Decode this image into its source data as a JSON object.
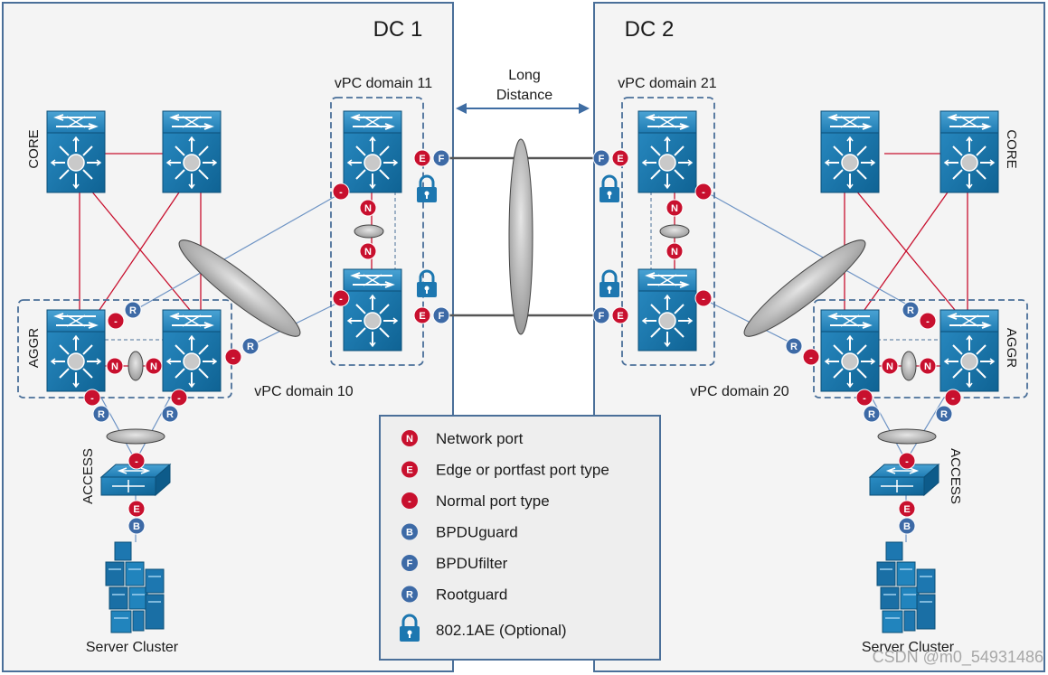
{
  "datacenters": {
    "dc1": {
      "title": "DC 1"
    },
    "dc2": {
      "title": "DC 2"
    }
  },
  "domains": {
    "vpc10": "vPC domain 10",
    "vpc11": "vPC domain 11",
    "vpc20": "vPC domain 20",
    "vpc21": "vPC domain 21"
  },
  "link": {
    "line1": "Long",
    "line2": "Distance"
  },
  "layers": {
    "core_left": "CORE",
    "core_right": "CORE",
    "aggr_left": "AGGR",
    "aggr_right": "AGGR",
    "access_left": "ACCESS",
    "access_right": "ACCESS"
  },
  "server_cluster_left": "Server Cluster",
  "server_cluster_right": "Server Cluster",
  "badges": {
    "network": "N",
    "edge": "E",
    "normal": "-",
    "bpduguard": "B",
    "bpdufilter": "F",
    "rootguard": "R"
  },
  "legend": [
    {
      "symbol": "N",
      "kind": "red",
      "label": "Network port"
    },
    {
      "symbol": "E",
      "kind": "red",
      "label": "Edge or portfast port type"
    },
    {
      "symbol": "-",
      "kind": "red",
      "label": "Normal port type"
    },
    {
      "symbol": "B",
      "kind": "blue",
      "label": "BPDUguard"
    },
    {
      "symbol": "F",
      "kind": "blue",
      "label": "BPDUfilter"
    },
    {
      "symbol": "R",
      "kind": "blue",
      "label": "Rootguard"
    },
    {
      "symbol": "lock",
      "kind": "lock",
      "label": "802.1AE (Optional)"
    }
  ],
  "watermark": "CSDN @m0_54931486",
  "colors": {
    "switch_blue": "#1a7ab0",
    "badge_red": "#c8102e",
    "badge_blue": "#3d6aa6",
    "frame_blue": "#4a6f99",
    "link_red": "#c8102e",
    "link_blue": "#6d93c4",
    "legend_bg": "#eeeeee"
  }
}
